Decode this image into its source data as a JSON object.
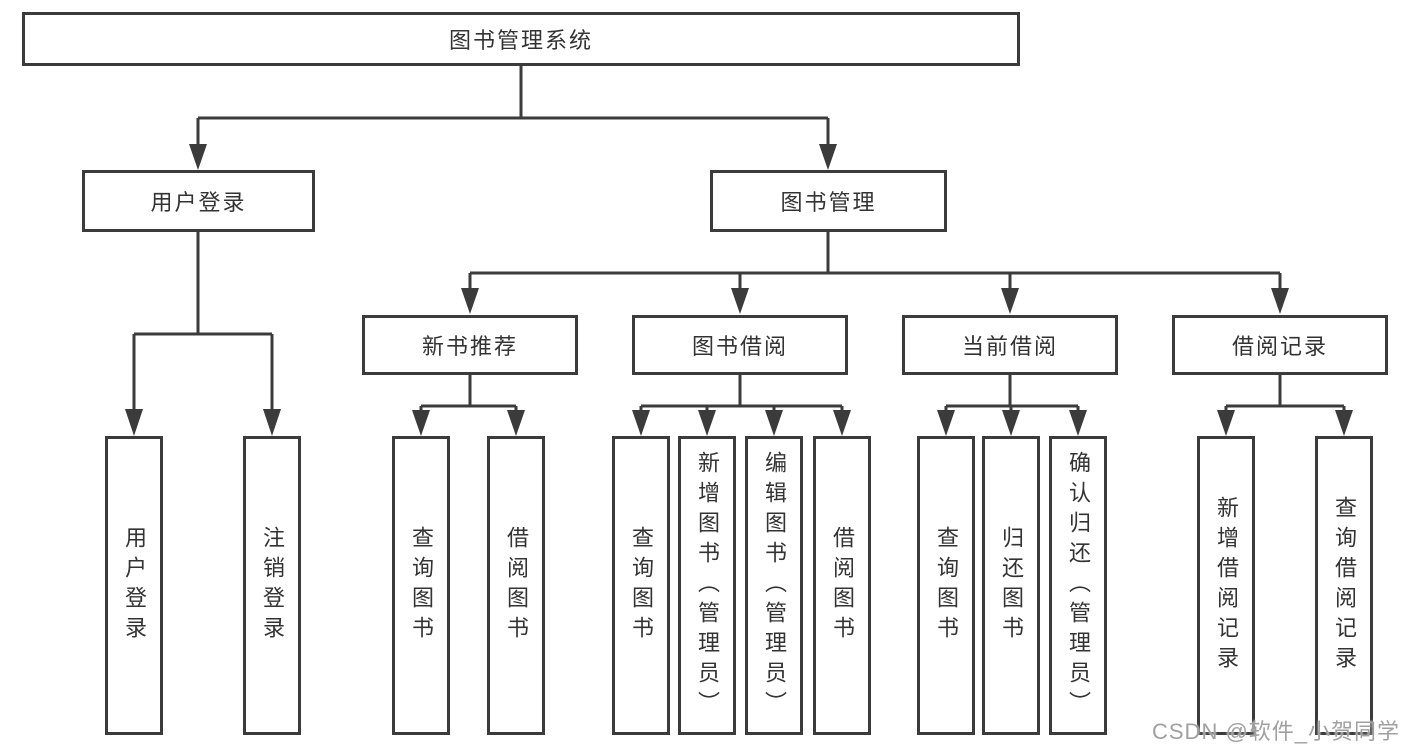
{
  "diagram": {
    "root": {
      "label": "图书管理系统"
    },
    "branches": [
      {
        "label": "用户登录",
        "children": [
          "用户登录",
          "注销登录"
        ]
      },
      {
        "label": "图书管理",
        "sections": [
          {
            "label": "新书推荐",
            "children": [
              "查询图书",
              "借阅图书"
            ]
          },
          {
            "label": "图书借阅",
            "children": [
              "查询图书",
              "新增图书（管理员）",
              "编辑图书（管理员）",
              "借阅图书"
            ]
          },
          {
            "label": "当前借阅",
            "children": [
              "查询图书",
              "归还图书",
              "确认归还（管理员）"
            ]
          },
          {
            "label": "借阅记录",
            "children": [
              "新增借阅记录",
              "查询借阅记录"
            ]
          }
        ]
      }
    ]
  },
  "watermark": {
    "text": "CSDN @软件_小贺同学"
  },
  "colors": {
    "line": "#3b3b3b",
    "text": "#333333",
    "watermark": "#a0a0a0",
    "background": "#ffffff"
  }
}
